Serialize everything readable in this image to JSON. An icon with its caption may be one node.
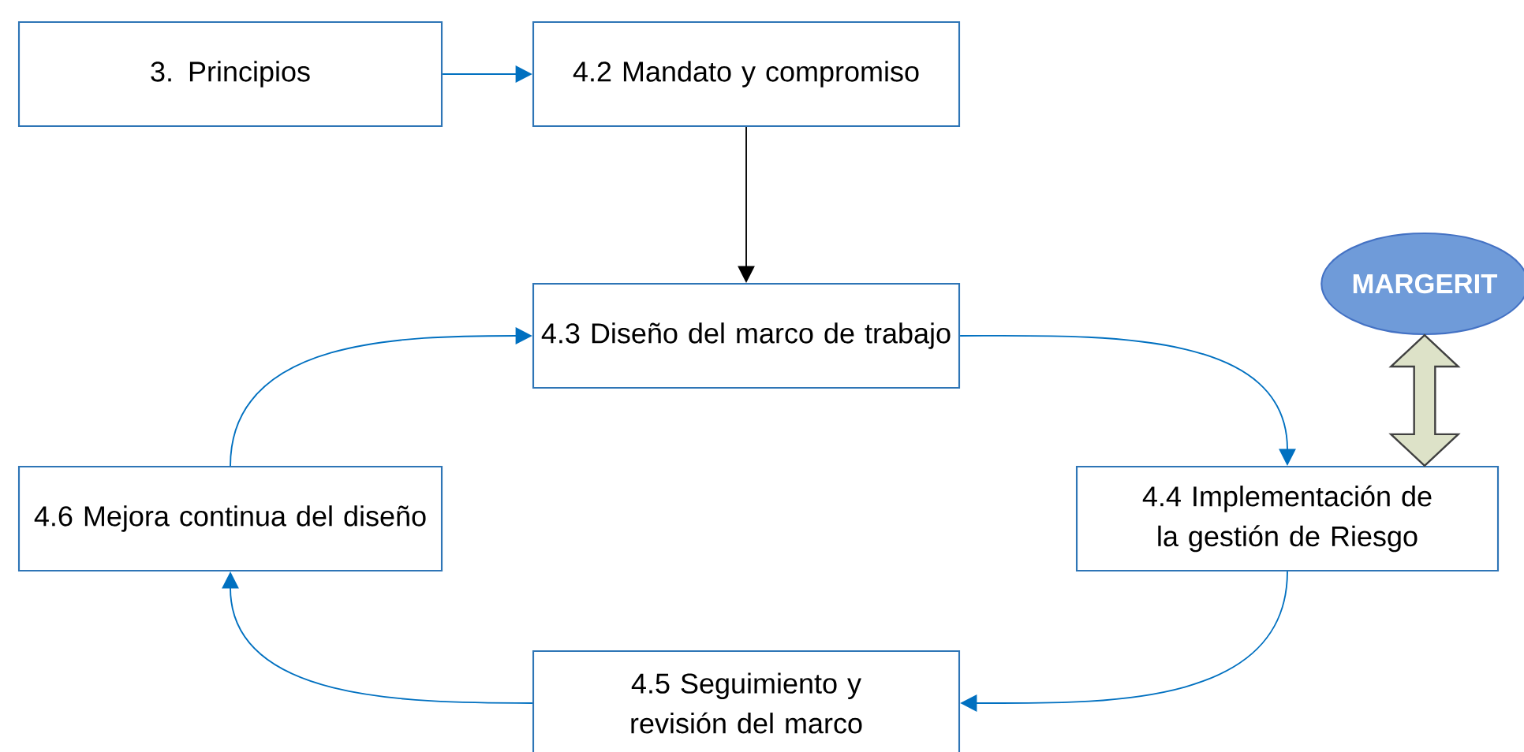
{
  "diagram": {
    "nodes": [
      {
        "text": [
          "3. Principios"
        ]
      },
      {
        "text": [
          "4.2 Mandato y compromiso"
        ]
      },
      {
        "text": [
          "4.3 Diseño del marco de trabajo"
        ]
      },
      {
        "text": [
          "MARGERIT"
        ]
      },
      {
        "text": [
          "4.4 Implementación de la gestión de Riesgo"
        ]
      },
      {
        "text": [
          "4.5 Seguimiento y revisión del marco"
        ]
      },
      {
        "text": [
          "4.6 Mejora continua del diseño"
        ]
      }
    ],
    "edges": [
      {
        "from": 0,
        "to": 1,
        "arrow": "to"
      },
      {
        "from": 1,
        "to": 2,
        "arrow": "to",
        "color": "#000000"
      },
      {
        "from": 2,
        "to": 4,
        "arrow": "to"
      },
      {
        "from": 3,
        "to": 4,
        "arrow": "both",
        "style": "thick",
        "color": "#dde2c8"
      },
      {
        "from": 4,
        "to": 5,
        "arrow": "to"
      },
      {
        "from": 5,
        "to": 6,
        "arrow": "to"
      },
      {
        "from": 6,
        "to": 2,
        "arrow": "to"
      }
    ]
  }
}
